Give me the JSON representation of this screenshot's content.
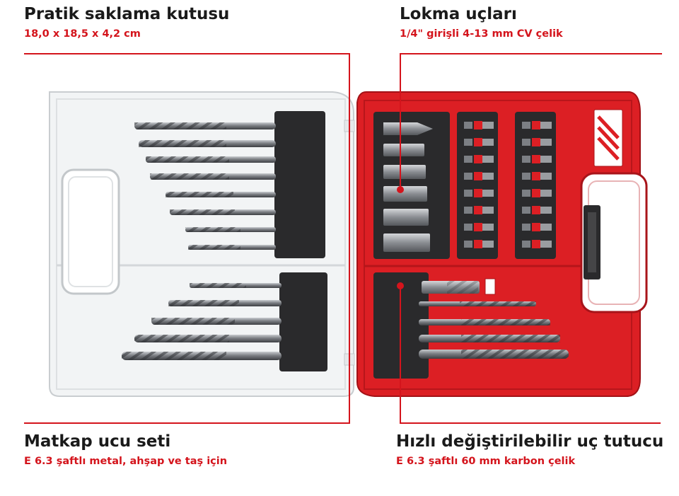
{
  "colors": {
    "accent_red": "#d4141c",
    "case_red": "#dc1f24",
    "case_red_dark": "#b3151a",
    "case_clear": "#f1f3f4",
    "insert_black": "#2a2a2c",
    "steel": "#8d9094"
  },
  "callouts": {
    "storage_box": {
      "title": "Pratik saklama kutusu",
      "subtitle": "18,0 x 18,5 x 4,2 cm"
    },
    "socket_bits": {
      "title": "Lokma uçları",
      "subtitle": "1/4\" girişli 4-13 mm CV çelik"
    },
    "drill_set": {
      "title": "Matkap ucu seti",
      "subtitle": "E 6.3 şaftlı metal, ahşap ve taş için"
    },
    "bit_holder": {
      "title": "Hızlı değiştirilebilir uç tutucu",
      "subtitle": "E 6.3 şaftlı 60 mm karbon çelik"
    }
  },
  "product": {
    "clear_lid": {
      "drill_bits_top_count": 8,
      "drill_bits_bottom_count": 5
    },
    "red_base": {
      "socket_count": 6,
      "screw_bit_columns": 2,
      "screw_bits_per_column": 8,
      "drill_bits_bottom_count": 4
    }
  }
}
